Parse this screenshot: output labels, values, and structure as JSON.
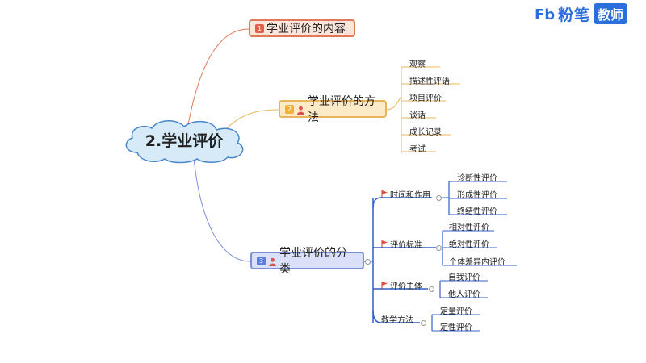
{
  "brand": {
    "name": "粉笔",
    "badge": "教师",
    "accent": "#2a6fdc"
  },
  "root": {
    "label": "2.学业评价"
  },
  "branches": [
    {
      "num": "1",
      "label": "学业评价的内容",
      "color": "#e0785a"
    },
    {
      "num": "2",
      "label": "学业评价的方法",
      "color": "#ebb45a",
      "items": [
        "观察",
        "描述性评语",
        "项目评价",
        "谈话",
        "成长记录",
        "考试"
      ]
    },
    {
      "num": "3",
      "label": "学业评价的分类",
      "color": "#7b8fd8",
      "groups": [
        {
          "label": "时间和作用",
          "items": [
            "诊断性评价",
            "形成性评价",
            "终结性评价"
          ]
        },
        {
          "label": "评价标准",
          "items": [
            "相对性评价",
            "绝对性评价",
            "个体差异内评价"
          ]
        },
        {
          "label": "评价主体",
          "items": [
            "自我评价",
            "他人评价"
          ]
        },
        {
          "label": "教学方法",
          "items": [
            "定量评价",
            "定性评价"
          ]
        }
      ]
    }
  ]
}
